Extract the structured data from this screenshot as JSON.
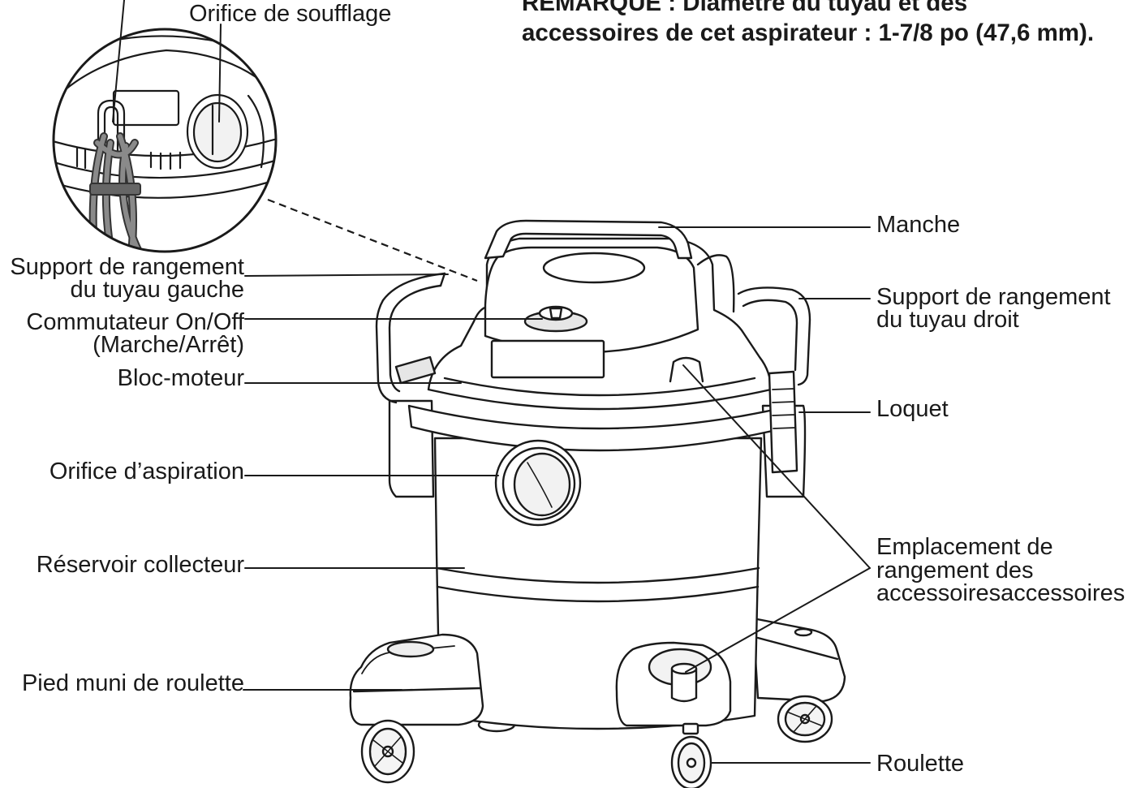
{
  "figure": {
    "note": {
      "line1": "REMARQUE : Diamètre du tuyau et des",
      "line2": "accessoires de cet aspirateur : 1-7/8 po (47,6 mm)."
    },
    "labels": {
      "blow_port": "Orifice de soufflage",
      "handle": "Manche",
      "right_hose_holder": {
        "line1": "Support de rangement",
        "line2": "du tuyau droit"
      },
      "left_hose_holder": {
        "line1": "Support de rangement",
        "line2": "du tuyau gauche"
      },
      "switch": {
        "line1": "Commutateur On/Off",
        "line2": "(Marche/Arrêt)"
      },
      "motor_head": "Bloc-moteur",
      "latch": "Loquet",
      "suction_port": "Orifice d’aspiration",
      "tank": "Réservoir collecteur",
      "accessory_storage": {
        "line1": "Emplacement de",
        "line2": "rangement des",
        "line3": "accessoiresaccessoires"
      },
      "caster_foot": "Pied muni de roulette",
      "caster": "Roulette"
    },
    "colors": {
      "ink": "#1a1a1a",
      "cord": "#8a8a8a",
      "shade": "#e6e6e6",
      "background": "#ffffff"
    }
  }
}
